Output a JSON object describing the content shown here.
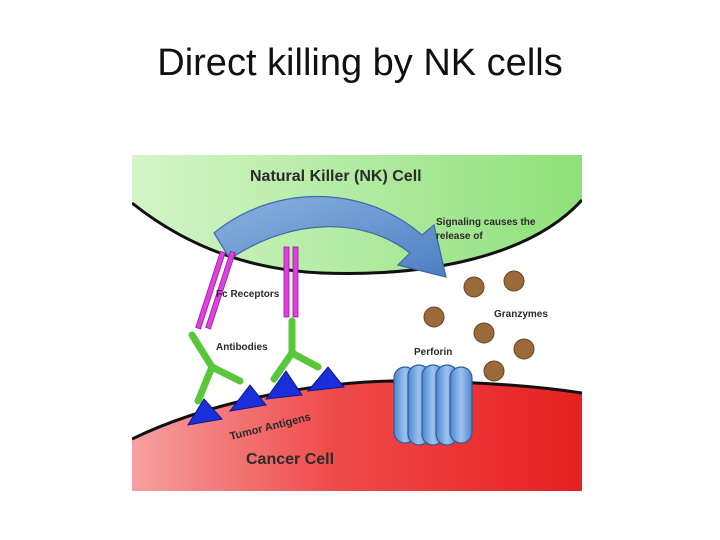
{
  "slide": {
    "title": "Direct killing by NK cells"
  },
  "diagram": {
    "nk_cell_label": "Natural Killer (NK) Cell",
    "signaling_label_line1": "Signaling causes the",
    "signaling_label_line2": "release of",
    "fc_receptors_label": "Fc Receptors",
    "antibodies_label": "Antibodies",
    "granzymes_label": "Granzymes",
    "perforin_label": "Perforin",
    "tumor_antigens_label": "Tumor Antigens",
    "cancer_cell_label": "Cancer Cell",
    "colors": {
      "nk_cell": "#8fe07a",
      "cancer_cell": "#ef3b3b",
      "fc_receptor": "#e040e0",
      "antibody": "#58c83a",
      "antigen": "#1a2fd8",
      "granzyme": "#9a6a3a",
      "perforin": "#6aa0e0",
      "arrow": "#6b96cc"
    }
  }
}
